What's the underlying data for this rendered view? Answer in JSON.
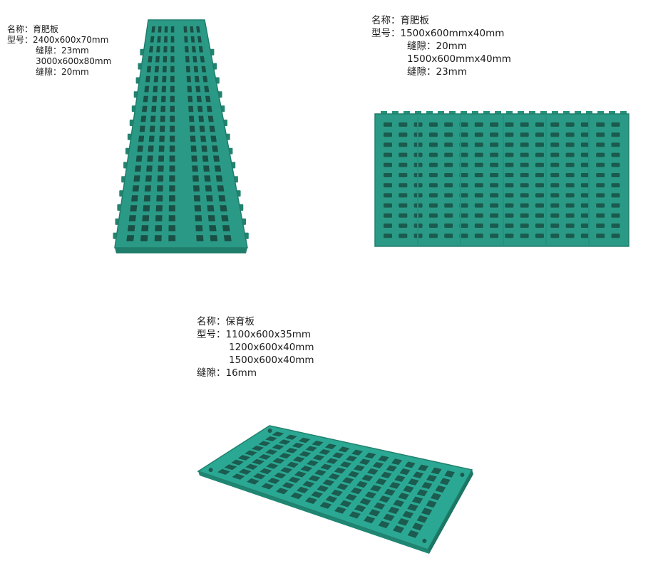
{
  "products": [
    {
      "name_label": "名称：",
      "name": "育肥板",
      "model_label": "型号：",
      "models": [
        "2400x600x70mm",
        "缝隙：23mm",
        "3000x600x80mm",
        "缝隙：20mm"
      ],
      "image_icon": "green-slat-floor-long",
      "color": "#2a9a86"
    },
    {
      "name_label": "名称：",
      "name": "育肥板",
      "model_label": "型号：",
      "models": [
        "1500x600mmx40mm",
        "缝隙：20mm",
        "1500x600mmx40mm",
        "缝隙：23mm"
      ],
      "image_icon": "green-slat-floor-wide",
      "color": "#2a9a86"
    },
    {
      "name_label": "名称：",
      "name": "保育板",
      "model_label": "型号：",
      "models": [
        "1100x600x35mm",
        "1200x600x40mm",
        "1500x600x40mm"
      ],
      "gap_label": "缝隙：",
      "gap": "16mm",
      "image_icon": "green-slat-floor-perspective",
      "color": "#2ba893"
    }
  ]
}
